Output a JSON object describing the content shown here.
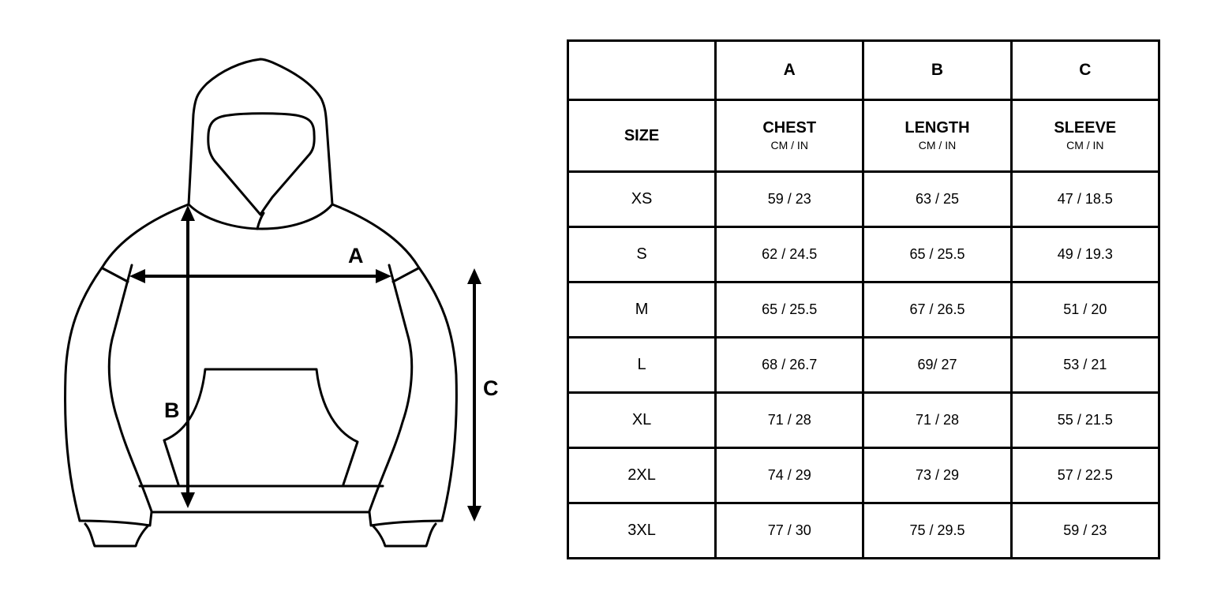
{
  "diagram": {
    "garment": "hoodie",
    "labels": {
      "a": "A",
      "b": "B",
      "c": "C"
    },
    "stroke_color": "#000000"
  },
  "table": {
    "letter_row": [
      "",
      "A",
      "B",
      "C"
    ],
    "header": {
      "size": "SIZE",
      "columns": [
        {
          "name": "CHEST",
          "unit": "CM / IN"
        },
        {
          "name": "LENGTH",
          "unit": "CM / IN"
        },
        {
          "name": "SLEEVE",
          "unit": "CM / IN"
        }
      ]
    },
    "rows": [
      {
        "size": "XS",
        "chest": "59 / 23",
        "length": "63 / 25",
        "sleeve": "47 / 18.5"
      },
      {
        "size": "S",
        "chest": "62 / 24.5",
        "length": "65 / 25.5",
        "sleeve": "49 / 19.3"
      },
      {
        "size": "M",
        "chest": "65 / 25.5",
        "length": "67 / 26.5",
        "sleeve": "51 / 20"
      },
      {
        "size": "L",
        "chest": "68 / 26.7",
        "length": "69/ 27",
        "sleeve": "53 / 21"
      },
      {
        "size": "XL",
        "chest": "71 / 28",
        "length": "71 / 28",
        "sleeve": "55 / 21.5"
      },
      {
        "size": "2XL",
        "chest": "74 / 29",
        "length": "73 / 29",
        "sleeve": "57 / 22.5"
      },
      {
        "size": "3XL",
        "chest": "77 / 30",
        "length": "75 / 29.5",
        "sleeve": "59 / 23"
      }
    ]
  }
}
